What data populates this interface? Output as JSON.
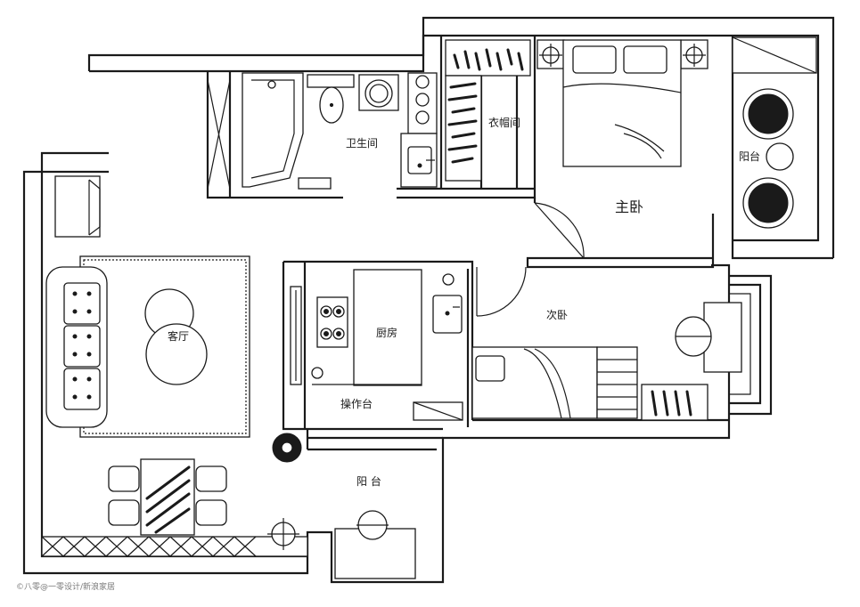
{
  "rooms": {
    "bathroom": "卫生间",
    "cloakroom": "衣帽间",
    "master_bedroom": "主卧",
    "balcony_master": "阳台",
    "living_room": "客厅",
    "kitchen": "厨房",
    "second_bedroom": "次卧",
    "counter": "操作台",
    "balcony_south": "阳 台"
  },
  "watermark": "©八零@一零设计/新浪家居"
}
